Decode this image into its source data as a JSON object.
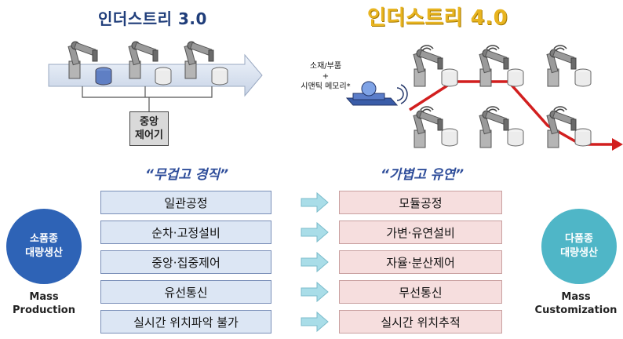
{
  "titles": {
    "industry3": "인더스트리 3.0",
    "industry4": "인더스트리 4.0"
  },
  "industry3": {
    "controller_label": "중앙\n제어기"
  },
  "industry4": {
    "memory_label": "소재/부품\n+\n시맨틱 메모리*"
  },
  "left_column": {
    "heading": "“무겁고 경직”",
    "items": [
      "일관공정",
      "순차·고정설비",
      "중앙·집중제어",
      "유선통신",
      "실시간 위치파악 불가"
    ]
  },
  "right_column": {
    "heading": "“가볍고 유연”",
    "items": [
      "모듈공정",
      "가변·유연설비",
      "자율·분산제어",
      "무선통신",
      "실시간 위치추적"
    ]
  },
  "left_circle": {
    "label": "소품종\n대량생산",
    "caption": "Mass\nProduction"
  },
  "right_circle": {
    "label": "다품종\n대량생산",
    "caption": "Mass\nCustomization"
  },
  "colors": {
    "left_box_fill": "#dce6f4",
    "right_box_fill": "#f6dede",
    "arrow_fill": "#a9dde8",
    "route_red": "#d21f1f",
    "left_circle": "#2e63b6",
    "right_circle": "#4fb6c7",
    "title3": "#1f3d7a",
    "title4": "#e8b420"
  }
}
